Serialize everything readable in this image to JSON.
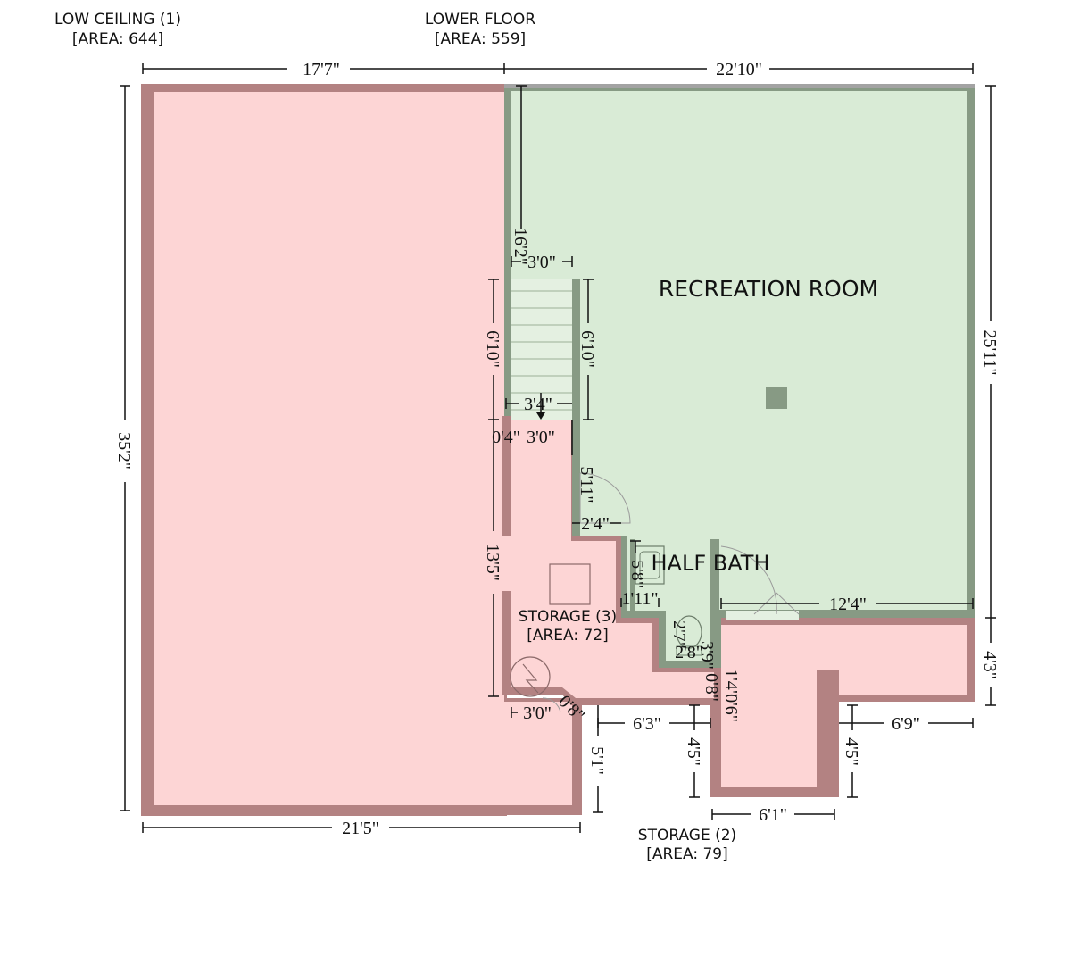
{
  "areas": {
    "low_ceiling": {
      "name": "LOW CEILING (1)",
      "area": "[AREA: 644]"
    },
    "lower_floor": {
      "name": "LOWER FLOOR",
      "area": "[AREA: 559]"
    },
    "storage3": {
      "name": "STORAGE (3)",
      "area": "[AREA: 72]"
    },
    "storage2": {
      "name": "STORAGE (2)",
      "area": "[AREA: 79]"
    }
  },
  "rooms": {
    "recreation": "RECREATION ROOM",
    "half_bath": "HALF BATH"
  },
  "dimensions": {
    "top_left": "17'7\"",
    "top_right": "22'10\"",
    "left_side": "35'2\"",
    "right_upper": "25'11\"",
    "right_lower": "4'3\"",
    "bottom_left": "21'5\"",
    "stair_length": "16'2\"",
    "stair_top_width": "3'0\"",
    "stair_left_run": "6'10\"",
    "stair_right_run": "6'10\"",
    "stair_bottom_width": "3'4\"",
    "landing_offset": "0'4\"",
    "landing_width": "3'0\"",
    "door_wall": "5'11\"",
    "door_width": "2'4\"",
    "storage3_height": "13'5\"",
    "bath_small": "5'8\"",
    "bath_step": "1'11\"",
    "bath_toilet": "2'7\"",
    "bath_fixture": "2'8\"",
    "bath_right": "3'9\"",
    "rec_bottom": "12'4\"",
    "wall_a": "0'8\"",
    "wall_b": "1'4\"",
    "wall_c": "0'6\"",
    "storage3_bottom": "3'0\"",
    "angle_wall": "0'8\"",
    "mid_bottom": "6'3\"",
    "mid_drop": "5'1\"",
    "s2_left": "4'5\"",
    "s2_right": "4'5\"",
    "s2_top_right": "6'9\"",
    "s2_bottom": "6'1\""
  },
  "colors": {
    "low_ceiling_fill": "#fdd5d5",
    "low_ceiling_wall": "#b38282",
    "lower_floor_fill": "#d9ebd6",
    "lower_floor_wall": "#879a84",
    "outer_edge": "#a3a3a3"
  }
}
